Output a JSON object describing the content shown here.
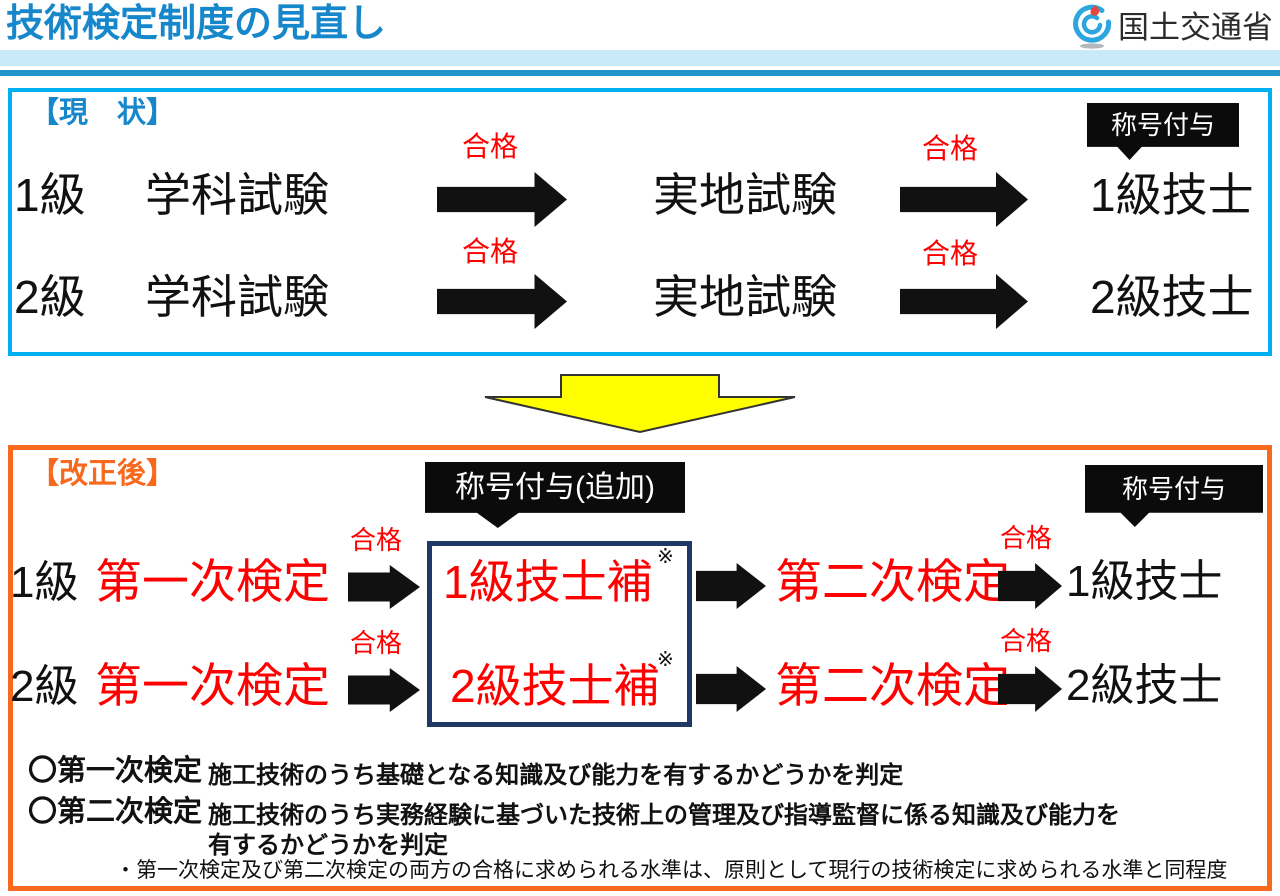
{
  "header": {
    "title": "技術検定制度の見直し",
    "agency": "国土交通省",
    "logo_icon": "mlit-logo"
  },
  "current": {
    "label": "【現　状】",
    "badge": "称号付与",
    "rows": [
      {
        "grade": "1級",
        "exam1": "学科試験",
        "pass1": "合格",
        "exam2": "実地試験",
        "pass2": "合格",
        "result": "1級技士"
      },
      {
        "grade": "2級",
        "exam1": "学科試験",
        "pass1": "合格",
        "exam2": "実地試験",
        "pass2": "合格",
        "result": "2級技士"
      }
    ]
  },
  "transition": {
    "arrow_icon": "down-arrow-icon"
  },
  "revised": {
    "label": "【改正後】",
    "badge_added": "称号付与(追加)",
    "badge": "称号付与",
    "rows": [
      {
        "grade": "1級",
        "exam1": "第一次検定",
        "pass1": "合格",
        "interim": "1級技士補",
        "note_mark": "※",
        "exam2": "第二次検定",
        "pass2": "合格",
        "result": "1級技士"
      },
      {
        "grade": "2級",
        "exam1": "第一次検定",
        "pass1": "合格",
        "interim": "2級技士補",
        "note_mark": "※",
        "exam2": "第二次検定",
        "pass2": "合格",
        "result": "2級技士"
      }
    ],
    "definitions": [
      {
        "term": "〇第一次検定",
        "desc": "施工技術のうち基礎となる知識及び能力を有するかどうかを判定"
      },
      {
        "term": "〇第二次検定",
        "desc": "施工技術のうち実務経験に基づいた技術上の管理及び指導監督に係る知識及び能力を",
        "desc2": "有するかどうかを判定"
      }
    ],
    "note": "・第一次検定及び第二次検定の両方の合格に求められる水準は、原則として現行の技術検定に求められる水準と同程度"
  },
  "colors": {
    "title_blue": "#1787CB",
    "band_light": "#C9EAF8",
    "band_dark": "#2095C9",
    "current_border": "#00B0F0",
    "revised_border": "#F8691D",
    "interim_border": "#1F3864",
    "highlight_red": "#FF0000",
    "arrow_black": "#111111",
    "down_arrow_yellow": "#FFFF00"
  }
}
